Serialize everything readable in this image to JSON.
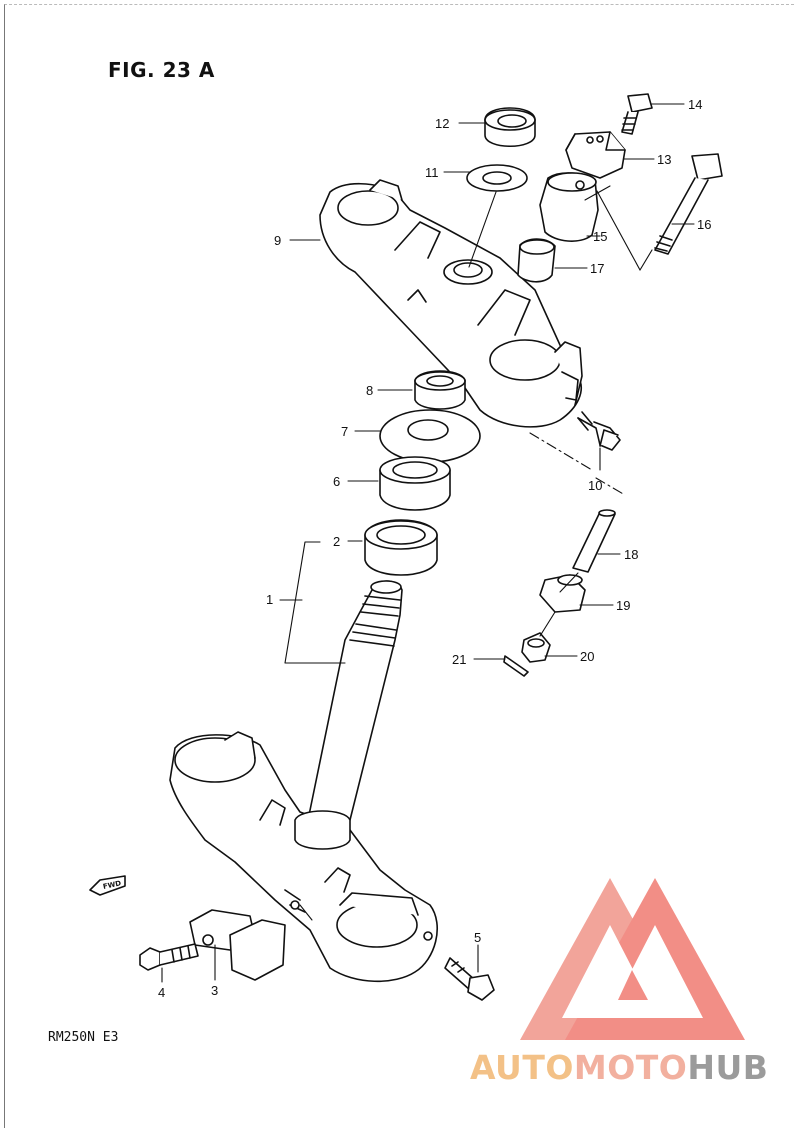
{
  "figure": {
    "title": "FIG. 23 A",
    "model_code": "RM250N  E3"
  },
  "fwd_label": "FWD",
  "callouts": [
    {
      "num": "1",
      "part": "steering-stem"
    },
    {
      "num": "2",
      "part": "lower-bearing"
    },
    {
      "num": "3",
      "part": "cable-guide"
    },
    {
      "num": "4",
      "part": "guide-bolt"
    },
    {
      "num": "5",
      "part": "lower-clamp-bolt"
    },
    {
      "num": "6",
      "part": "upper-bearing"
    },
    {
      "num": "7",
      "part": "dust-seal-washer"
    },
    {
      "num": "8",
      "part": "stem-lock-nut"
    },
    {
      "num": "9",
      "part": "upper-bracket"
    },
    {
      "num": "10",
      "part": "upper-clamp-bolt"
    },
    {
      "num": "11",
      "part": "washer"
    },
    {
      "num": "12",
      "part": "stem-head-nut"
    },
    {
      "num": "13",
      "part": "handlebar-upper-holder"
    },
    {
      "num": "14",
      "part": "holder-bolt"
    },
    {
      "num": "15",
      "part": "handlebar-lower-holder"
    },
    {
      "num": "16",
      "part": "holder-mount-bolt"
    },
    {
      "num": "17",
      "part": "damper-cushion"
    },
    {
      "num": "18",
      "part": "collar"
    },
    {
      "num": "19",
      "part": "lower-cushion"
    },
    {
      "num": "20",
      "part": "nut"
    },
    {
      "num": "21",
      "part": "cotter-pin"
    }
  ],
  "watermark": {
    "part_a": "AUTO",
    "part_b": "MOTO",
    "part_c": "HUB",
    "colors": {
      "auto": "#f3c187",
      "moto": "#f2b09f",
      "hub": "#9b9b9b",
      "logo": "#f08a80"
    }
  }
}
